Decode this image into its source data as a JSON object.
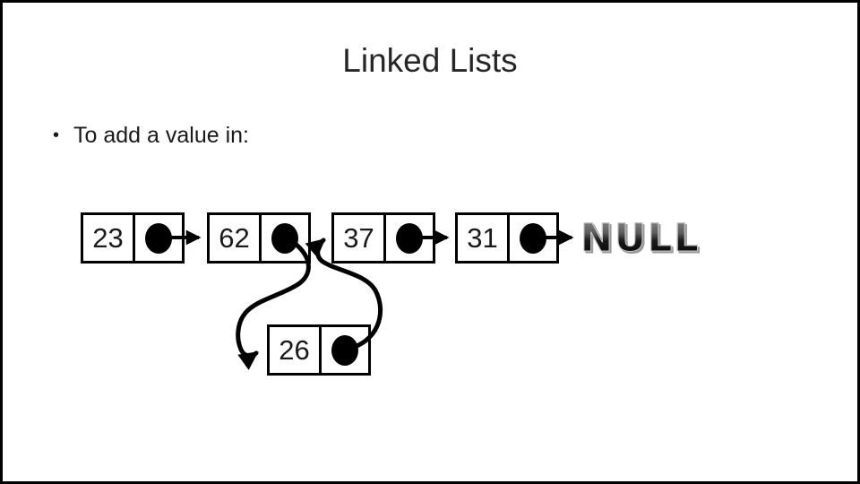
{
  "slide": {
    "title": "Linked Lists",
    "bullet_glyph": "•",
    "bullet_text": "To add a value in:"
  },
  "diagram": {
    "description": "Singly linked list 23 -> 62 -> 37 -> 31 -> NULL with node 26 being inserted between 62 and 37 via curved pointer arrows",
    "nodes": [
      {
        "id": "node-23",
        "value": "23"
      },
      {
        "id": "node-62",
        "value": "62"
      },
      {
        "id": "node-37",
        "value": "37"
      },
      {
        "id": "node-31",
        "value": "31"
      },
      {
        "id": "node-26",
        "value": "26"
      }
    ],
    "null_label": "NULL",
    "arrows": [
      "23-to-62",
      "62-to-26-curved",
      "26-to-37-curved",
      "37-to-31",
      "31-to-null"
    ],
    "colors": {
      "stroke": "#000000",
      "node_fill": "#ffffff",
      "pointer_dot": "#000000",
      "text": "#1a1a1a"
    }
  }
}
